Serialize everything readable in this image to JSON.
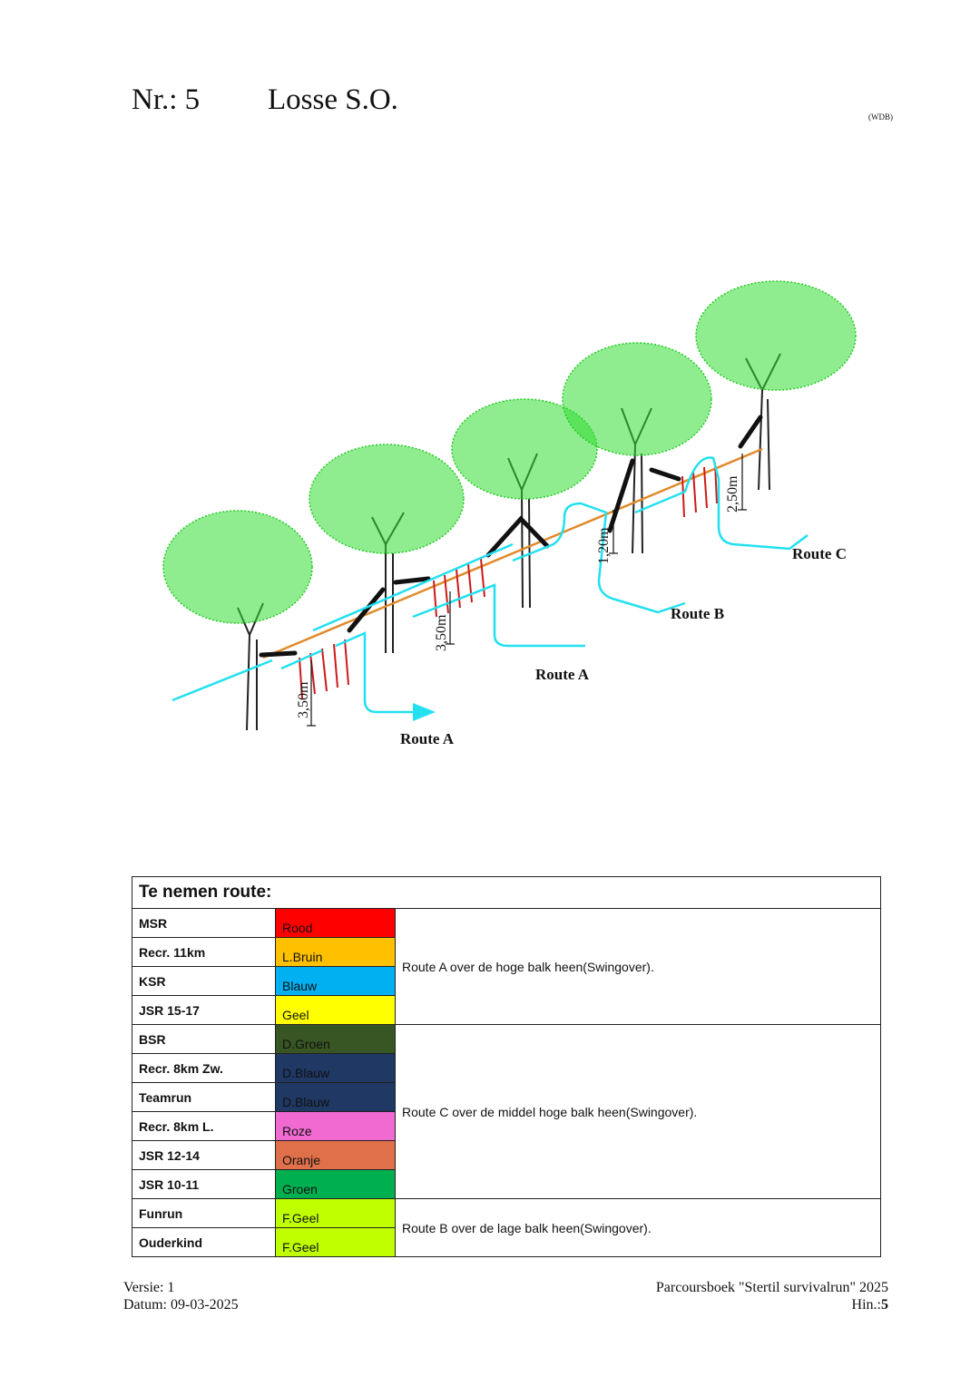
{
  "header": {
    "number": "Nr.: 5",
    "title": "Losse S.O.",
    "code": "(WDB)"
  },
  "diagram": {
    "route_labels": [
      "Route A",
      "Route A",
      "Route B",
      "Route C"
    ],
    "heights": [
      "3,50m",
      "3,50m",
      "1,20m",
      "2,50m"
    ],
    "colors": {
      "route": "#22e0f0",
      "beam": "#e08a2a",
      "straps": "#cc1a1a",
      "frame": "#111111",
      "foliage": "#33dd33"
    }
  },
  "table": {
    "title": "Te nemen route:",
    "groups": [
      {
        "rows": [
          {
            "category": "MSR",
            "color_name": "Rood",
            "color": "#ff0000"
          },
          {
            "category": "Recr. 11km",
            "color_name": "L.Bruin",
            "color": "#ffc000"
          },
          {
            "category": "KSR",
            "color_name": "Blauw",
            "color": "#00b0f0"
          },
          {
            "category": "JSR 15-17",
            "color_name": "Geel",
            "color": "#ffff00"
          }
        ],
        "description": "Route A over de hoge balk heen(Swingover)."
      },
      {
        "rows": [
          {
            "category": "BSR",
            "color_name": "D.Groen",
            "color": "#375623"
          },
          {
            "category": "Recr. 8km Zw.",
            "color_name": "D.Blauw",
            "color": "#1f3864"
          },
          {
            "category": "Teamrun",
            "color_name": "D.Blauw",
            "color": "#1f3864"
          },
          {
            "category": "Recr. 8km L.",
            "color_name": "Roze",
            "color": "#f06ad2"
          },
          {
            "category": "JSR 12-14",
            "color_name": "Oranje",
            "color": "#e0704a"
          },
          {
            "category": "JSR 10-11",
            "color_name": "Groen",
            "color": "#00b050"
          }
        ],
        "description": "Route C over de middel hoge balk heen(Swingover)."
      },
      {
        "rows": [
          {
            "category": "Funrun",
            "color_name": "F.Geel",
            "color": "#bfff00"
          },
          {
            "category": "Ouderkind",
            "color_name": "F.Geel",
            "color": "#bfff00"
          }
        ],
        "description": "Route B over de lage balk heen(Swingover)."
      }
    ]
  },
  "footer": {
    "version": "Versie: 1",
    "date": "Datum: 09-03-2025",
    "book": "Parcoursboek \"Stertil survivalrun\" 2025",
    "page_prefix": "Hin.:",
    "page": "5"
  }
}
